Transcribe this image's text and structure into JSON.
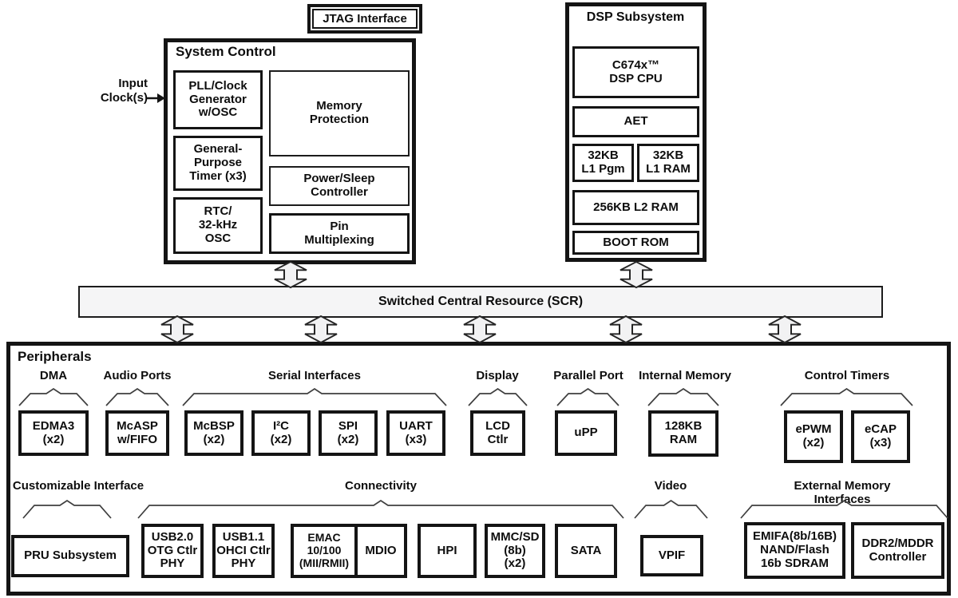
{
  "jtag": {
    "label": "JTAG Interface"
  },
  "input_clock": {
    "label": "Input\nClock(s)"
  },
  "system_control": {
    "title": "System Control",
    "boxes": {
      "pll": "PLL/Clock\nGenerator\nw/OSC",
      "gp_timer": "General-\nPurpose\nTimer (x3)",
      "rtc": "RTC/\n32-kHz\nOSC",
      "memory_protection": "Memory\nProtection",
      "power_sleep": "Power/Sleep\nController",
      "pin_mux": "Pin\nMultiplexing"
    }
  },
  "dsp": {
    "title": "DSP Subsystem",
    "boxes": {
      "cpu": "C674x™\nDSP CPU",
      "aet": "AET",
      "l1_pgm": "32KB\nL1 Pgm",
      "l1_ram": "32KB\nL1 RAM",
      "l2_ram": "256KB L2 RAM",
      "boot_rom": "BOOT ROM"
    }
  },
  "scr": {
    "label": "Switched Central Resource (SCR)"
  },
  "peripherals": {
    "title": "Peripherals",
    "groups_top": [
      {
        "name": "DMA",
        "boxes": [
          "EDMA3\n(x2)"
        ]
      },
      {
        "name": "Audio Ports",
        "boxes": [
          "McASP\nw/FIFO"
        ]
      },
      {
        "name": "Serial Interfaces",
        "boxes": [
          "McBSP\n(x2)",
          "I²C\n(x2)",
          "SPI\n(x2)",
          "UART\n(x3)"
        ]
      },
      {
        "name": "Display",
        "boxes": [
          "LCD\nCtlr"
        ]
      },
      {
        "name": "Parallel Port",
        "boxes": [
          "uPP"
        ]
      },
      {
        "name": "Internal Memory",
        "boxes": [
          "128KB\nRAM"
        ]
      },
      {
        "name": "Control Timers",
        "boxes": [
          "ePWM\n(x2)",
          "eCAP\n(x3)"
        ]
      }
    ],
    "groups_bottom": [
      {
        "name": "Customizable Interface",
        "boxes": [
          "PRU Subsystem"
        ]
      },
      {
        "name": "Connectivity",
        "boxes": [
          "USB2.0\nOTG Ctlr\nPHY",
          "USB1.1\nOHCI Ctlr\nPHY",
          "EMAC\n10/100\n(MII/RMII)",
          "MDIO",
          "HPI",
          "MMC/SD\n(8b)\n(x2)",
          "SATA"
        ]
      },
      {
        "name": "Video",
        "boxes": [
          "VPIF"
        ]
      },
      {
        "name": "External Memory Interfaces",
        "boxes": [
          "EMIFA(8b/16B)\nNAND/Flash\n16b SDRAM",
          "DDR2/MDDR\nController"
        ]
      }
    ]
  },
  "colors": {
    "line": "#141414",
    "scr_fill": "#f5f5f6",
    "arrow_fill": "#f2f2f3",
    "background": "#ffffff"
  }
}
